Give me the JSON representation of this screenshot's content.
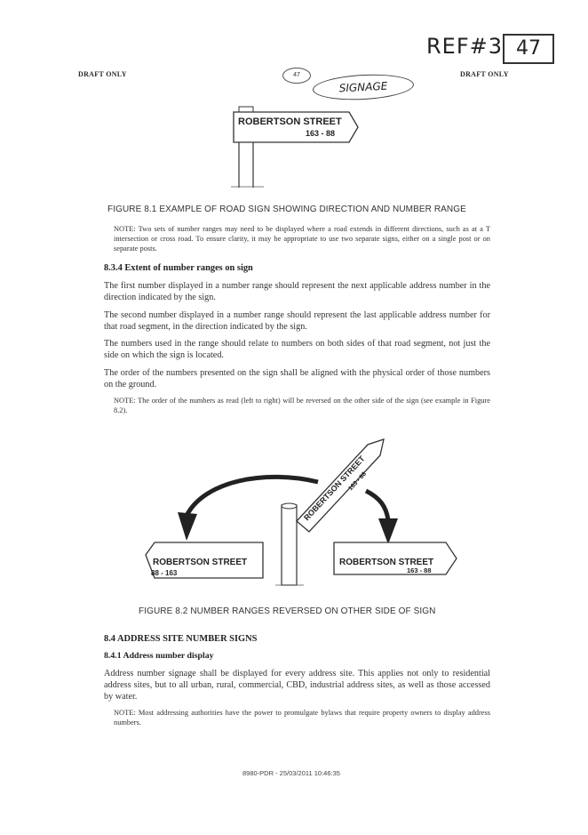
{
  "header": {
    "draft_left": "DRAFT ONLY",
    "draft_right": "DRAFT ONLY",
    "ref": "REF#3",
    "ref_box": "47",
    "circled_number": "47",
    "stamp": "SIGNAGE"
  },
  "figure1": {
    "sign_street": "ROBERTSON STREET",
    "sign_range": "163 - 88",
    "caption": "FIGURE  8.1  EXAMPLE OF ROAD SIGN SHOWING DIRECTION AND NUMBER RANGE"
  },
  "note1": "NOTE: Two sets of number ranges may need to be displayed where a road extends in different directions, such as at a T intersection or cross road. To ensure clarity, it may be appropriate to use two separate signs, either on a single post or on separate posts.",
  "section_834": {
    "heading": "8.3.4   Extent of number ranges on sign",
    "p1": "The first number displayed in a number range should represent the next applicable address number in the direction indicated by the sign.",
    "p2": "The second number displayed in a number range should represent the last applicable address number for that road segment, in the direction indicated by the sign.",
    "p3": "The numbers used in the range should relate to numbers on both sides of that road segment, not just the side on which the sign is located.",
    "p4": "The order of the numbers presented on the sign shall be aligned with the physical order of those numbers on the ground.",
    "note": "NOTE: The order of the numbers as read (left to right) will be reversed on the other side of the sign (see example in Figure 8.2)."
  },
  "figure2": {
    "left_street": "ROBERTSON STREET",
    "left_range": "88 - 163",
    "right_street": "ROBERTSON STREET",
    "right_range": "163 - 88",
    "diag_street": "ROBERTSON STREET",
    "diag_range": "163 - 88",
    "caption": "FIGURE  8.2   NUMBER RANGES REVERSED ON OTHER SIDE OF SIGN"
  },
  "section_84": {
    "heading": "8.4    ADDRESS SITE NUMBER SIGNS",
    "sub_heading": "8.4.1    Address number display",
    "p1": "Address number signage shall be displayed for every address site. This applies not only to residential address sites, but to all urban, rural, commercial, CBD, industrial address sites, as well as those accessed by water.",
    "note": "NOTE: Most addressing authorities have the power to promulgate bylaws that require property owners to display address numbers."
  },
  "footer": "8980-PDR - 25/03/2011 10:46:35"
}
